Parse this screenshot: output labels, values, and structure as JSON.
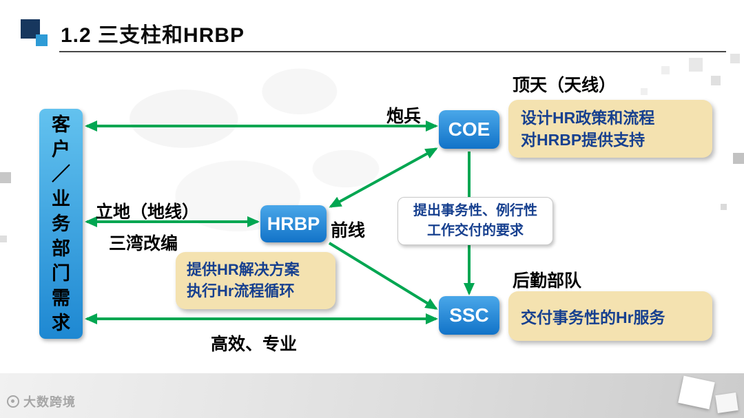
{
  "slide": {
    "title": "1.2 三支柱和HRBP",
    "watermark": "大数跨境"
  },
  "colors": {
    "node_blue": "#1B84D6",
    "left_box_blue": "#3FB0E8",
    "arrow_green": "#00A651",
    "note_tan": "#F4E2B0",
    "note_text_blue": "#17408F",
    "label_black": "#000000"
  },
  "diagram": {
    "customer_box": "客户／业务部门需求",
    "nodes": {
      "coe": "COE",
      "hrbp": "HRBP",
      "ssc": "SSC"
    },
    "labels": {
      "artillery": "炮兵",
      "top_sky": "顶天（天线）",
      "ground": "立地（地线）",
      "sanwan": "三湾改编",
      "frontline": "前线",
      "logistics": "后勤部队",
      "efficient": "高效、专业"
    },
    "notes": {
      "coe": "设计HR政策和流程\n对HRBP提供支持",
      "request": "提出事务性、例行性\n工作交付的要求",
      "hrbp": "提供HR解决方案\n执行Hr流程循环",
      "ssc": "交付事务性的Hr服务"
    }
  }
}
